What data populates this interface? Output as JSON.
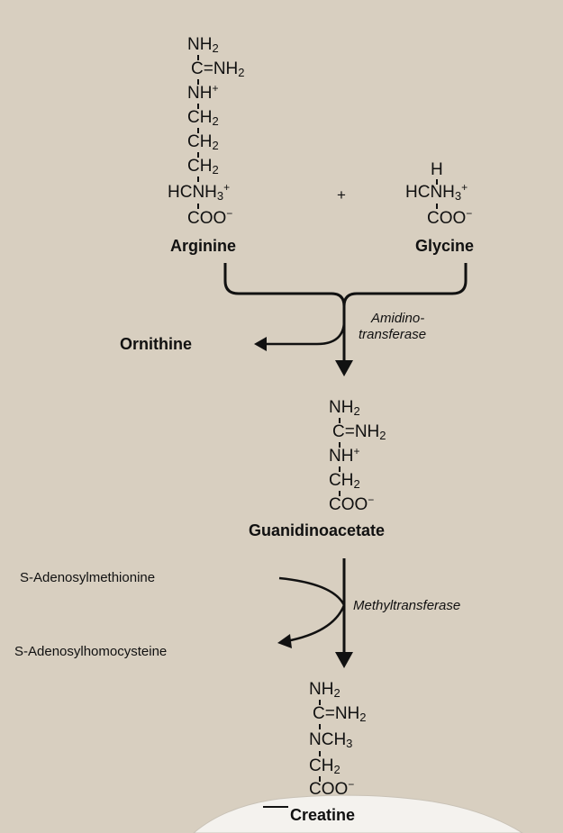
{
  "arginine": {
    "lines": [
      "NH",
      "C=NH",
      "NH",
      "CH",
      "CH",
      "CH",
      "HCNH",
      "COO"
    ],
    "subscript": "2",
    "subscript_alt": "3",
    "plus": "+",
    "minus": "−",
    "name": "Arginine"
  },
  "plus_sign": "+",
  "glycine": {
    "lines": [
      "H",
      "HCNH",
      "COO"
    ],
    "name": "Glycine"
  },
  "step1": {
    "enzyme_line1": "Amidino-",
    "enzyme_line2": "transferase",
    "byproduct": "Ornithine"
  },
  "guanidinoacetate": {
    "lines": [
      "NH",
      "C=NH",
      "NH",
      "CH",
      "COO"
    ],
    "name": "Guanidinoacetate"
  },
  "step2": {
    "enzyme": "Methyltransferase",
    "cosubstrate": "S-Adenosylmethionine",
    "coproduct": "S-Adenosylhomocysteine"
  },
  "creatine": {
    "lines": [
      "NH",
      "C=NH",
      "NCH",
      "CH",
      "COO"
    ],
    "name": "Creatine"
  }
}
